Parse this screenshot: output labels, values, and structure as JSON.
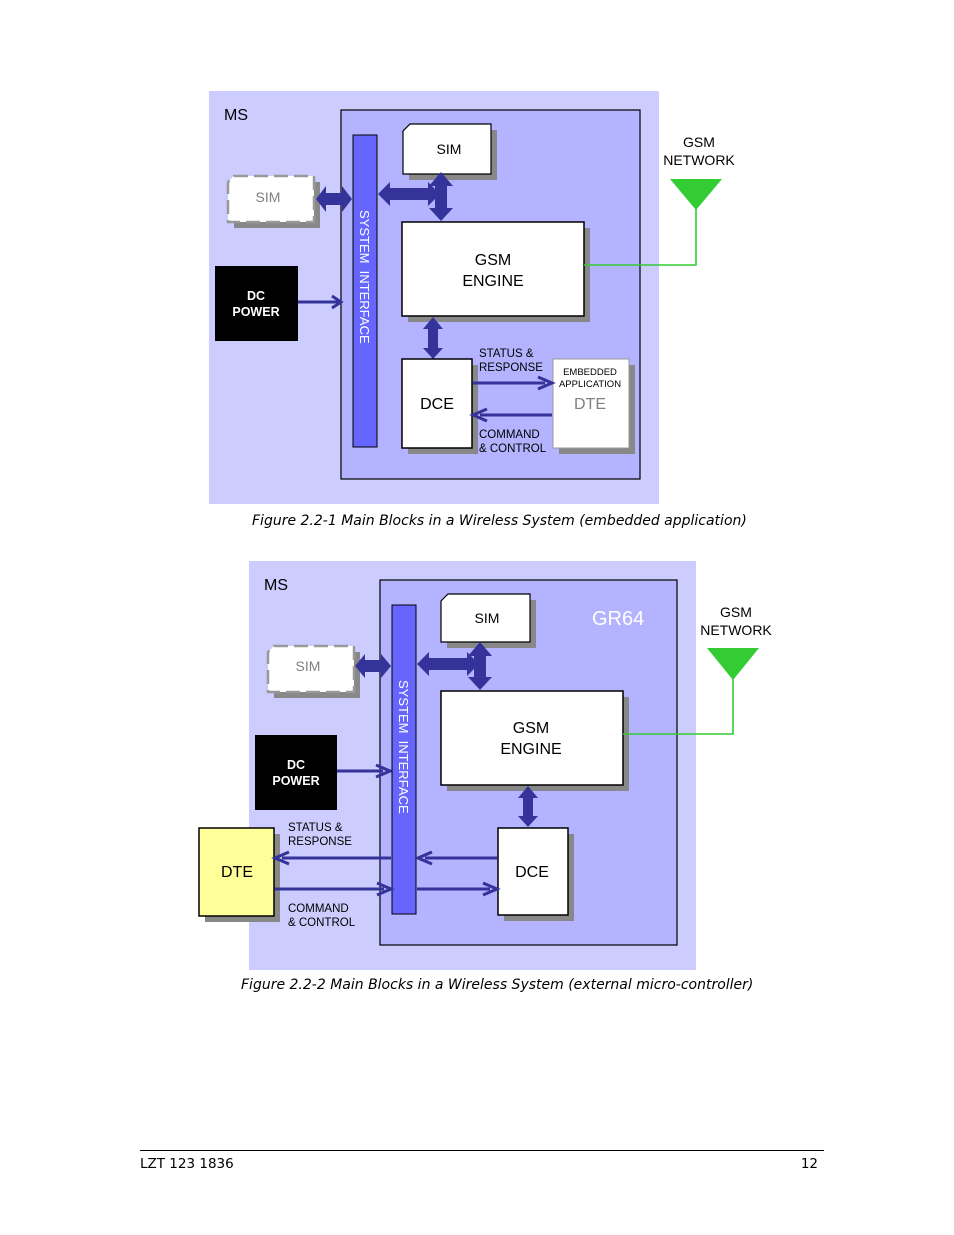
{
  "figure1": {
    "ms_label": "MS",
    "sim_top": "SIM",
    "sim_ghost": "SIM",
    "dc_power": [
      "DC",
      "POWER"
    ],
    "system_interface": "SYSTEM  INTERFACE",
    "gsm_engine": [
      "GSM",
      "ENGINE"
    ],
    "dce": "DCE",
    "dte_title": [
      "EMBEDDED",
      "APPLICATION"
    ],
    "dte": "DTE",
    "status_response": [
      "STATUS &",
      "RESPONSE"
    ],
    "command_control": [
      "COMMAND",
      "& CONTROL"
    ],
    "gsm_network": [
      "GSM",
      "NETWORK"
    ],
    "caption": "Figure 2.2-1  Main Blocks in a Wireless System (embedded application)"
  },
  "figure2": {
    "ms_label": "MS",
    "module_label": "GR64",
    "sim_top": "SIM",
    "sim_ghost": "SIM",
    "dc_power": [
      "DC",
      "POWER"
    ],
    "system_interface": "SYSTEM  INTERFACE",
    "gsm_engine": [
      "GSM",
      "ENGINE"
    ],
    "dce": "DCE",
    "dte": "DTE",
    "status_response": [
      "STATUS &",
      "RESPONSE"
    ],
    "command_control": [
      "COMMAND",
      "& CONTROL"
    ],
    "gsm_network": [
      "GSM",
      "NETWORK"
    ],
    "caption": "Figure 2.2-2  Main Blocks in a Wireless System (external micro-controller)"
  },
  "footer": {
    "doc_id": "LZT 123 1836",
    "page_number": "12"
  },
  "colors": {
    "ms_background": "#ccccff",
    "module_background": "#b3b3ff",
    "system_interface": "#6666ff",
    "arrow": "#333399",
    "antenna": "#33cc33",
    "dte_external": "#ffff99",
    "dc_power": "#000000"
  }
}
